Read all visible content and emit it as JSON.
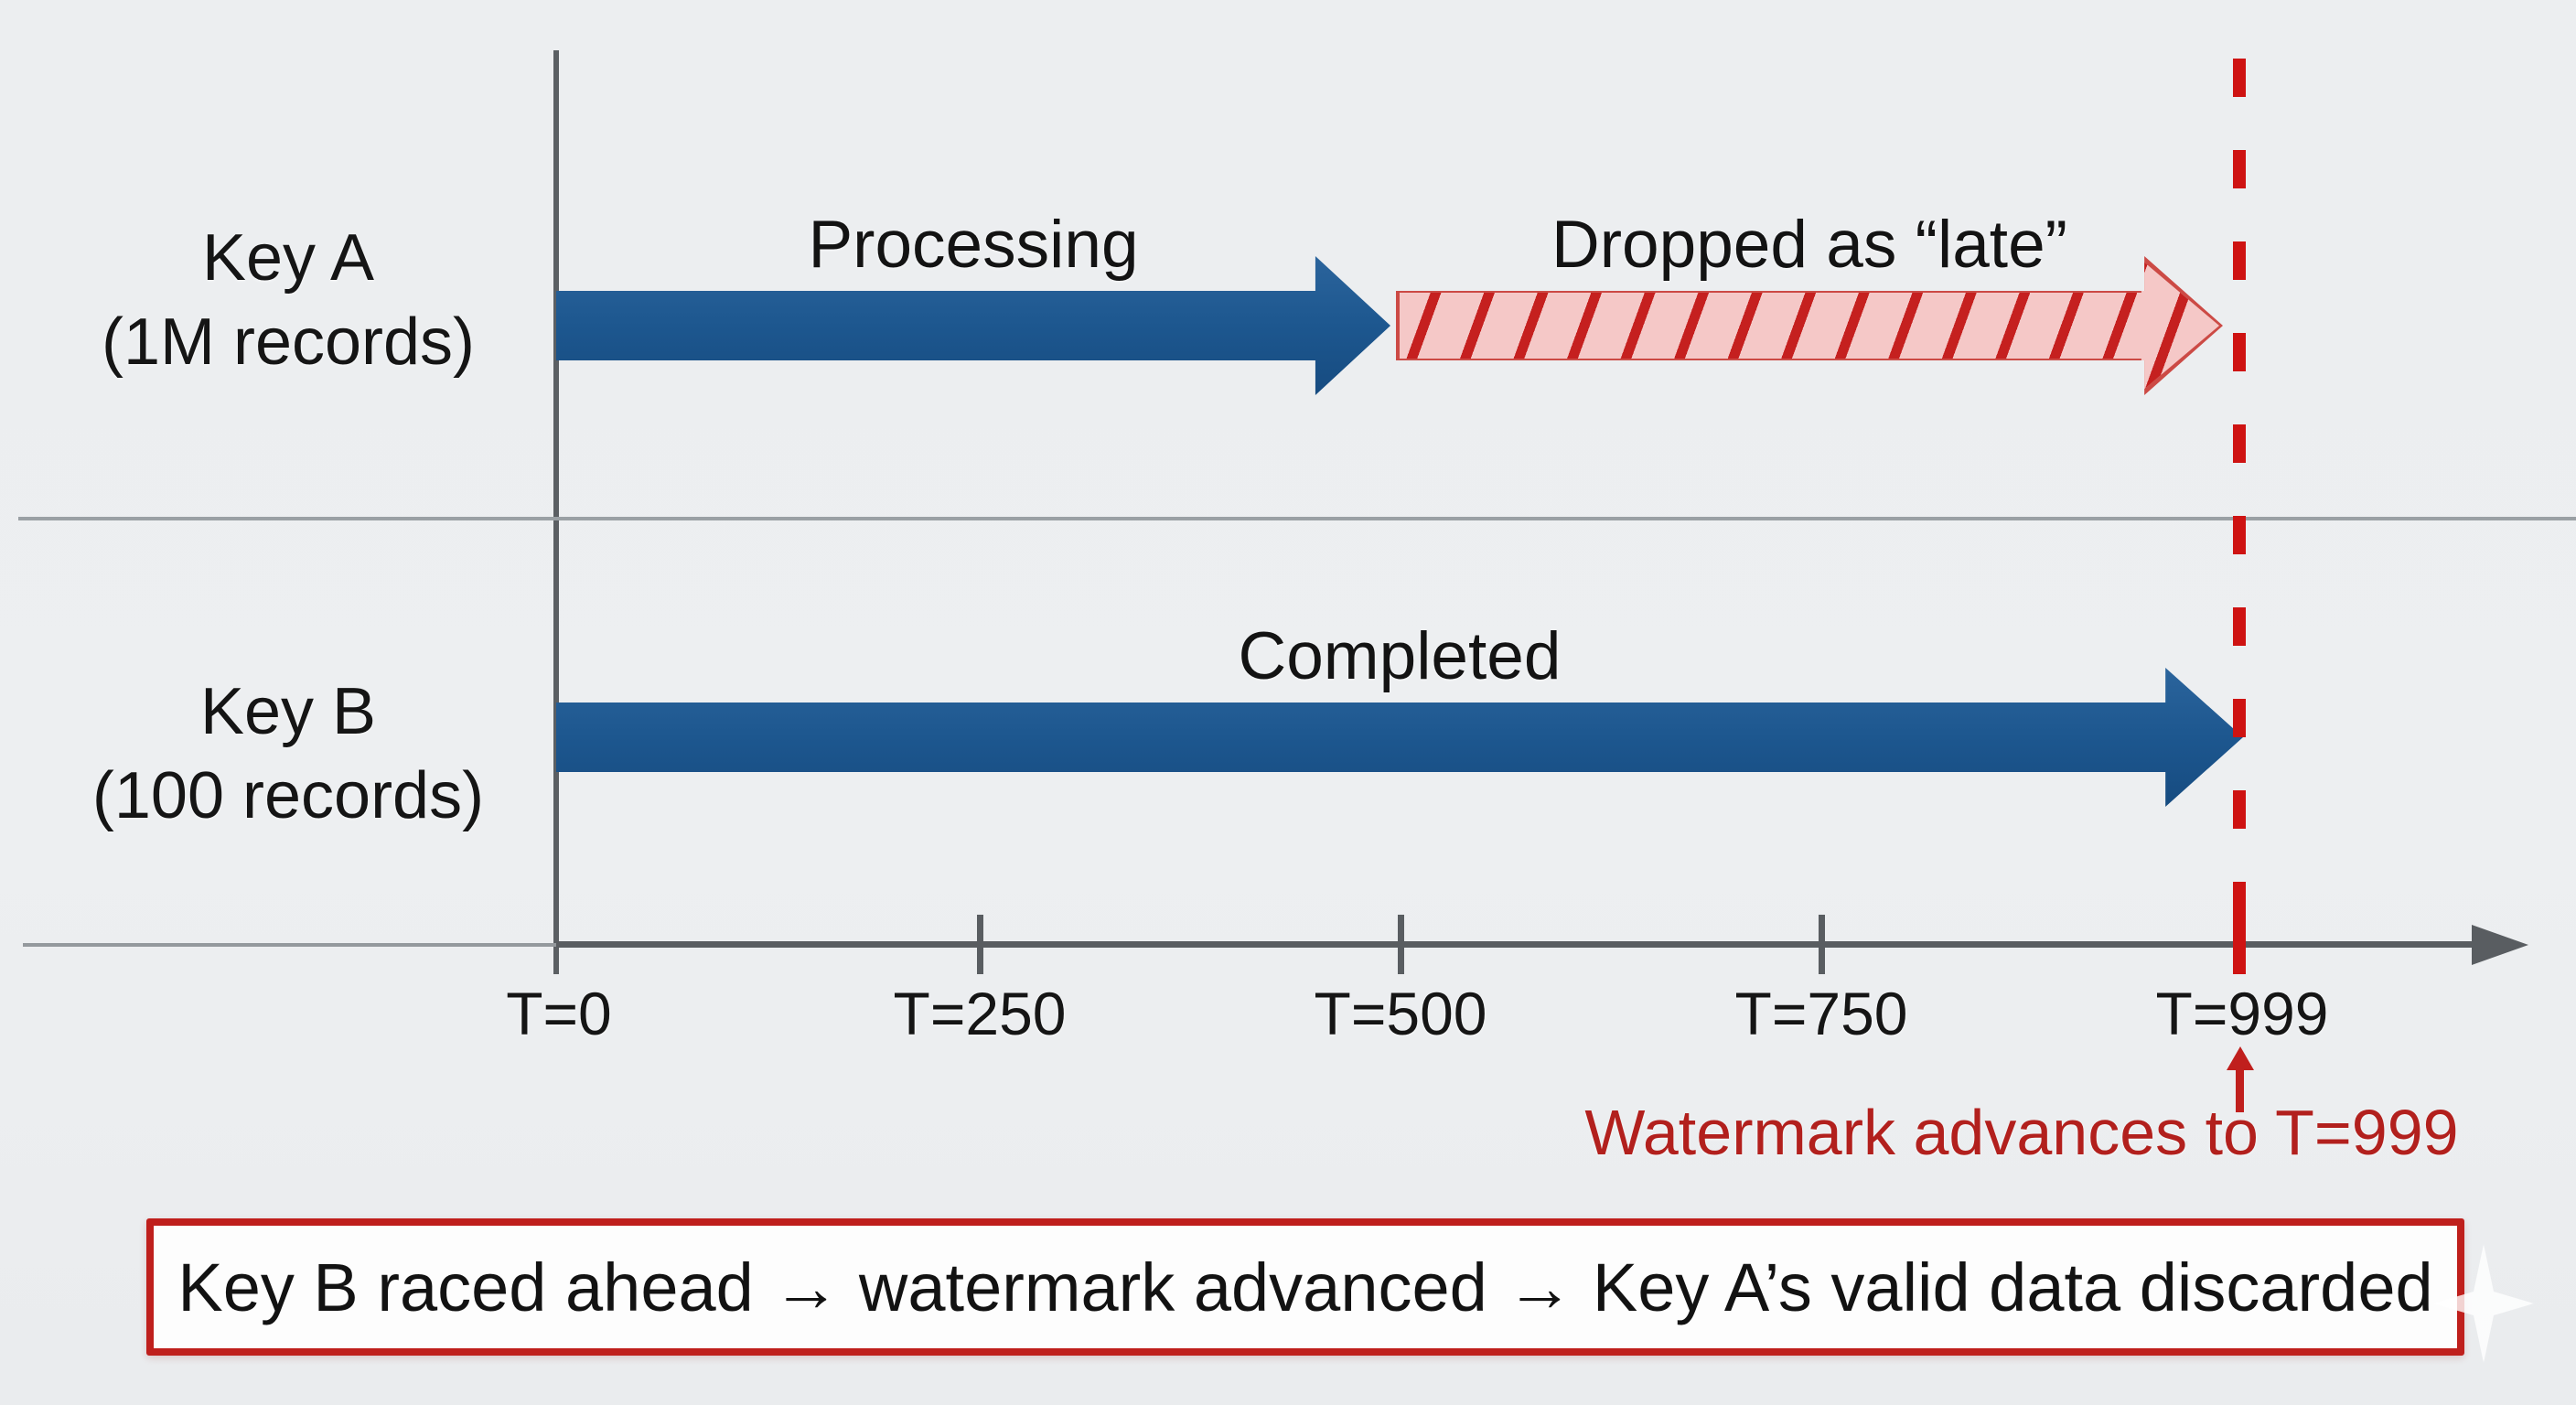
{
  "diagram": {
    "type": "timeline-race-condition",
    "rows": [
      {
        "label": [
          "Key A",
          "(1M records)"
        ],
        "segments": [
          {
            "label": "Processing",
            "style": "solid-blue",
            "from": "T=0",
            "to": "T=500"
          },
          {
            "label": "Dropped as “late”",
            "style": "hatched-red",
            "from": "T=500",
            "to": "T=999"
          }
        ]
      },
      {
        "label": [
          "Key B",
          "(100 records)"
        ],
        "segments": [
          {
            "label": "Completed",
            "style": "solid-blue",
            "from": "T=0",
            "to": "T=999"
          }
        ]
      }
    ],
    "axis": {
      "ticks": [
        {
          "label": "T=0"
        },
        {
          "label": "T=250"
        },
        {
          "label": "T=500"
        },
        {
          "label": "T=750"
        },
        {
          "label": "T=999",
          "highlighted": true
        }
      ]
    },
    "watermark_annotation": {
      "text": "Watermark advances to T=999",
      "at_tick": "T=999"
    },
    "callout": {
      "text": "Key B raced ahead → watermark advanced → Key A’s valid data discarded"
    },
    "colors": {
      "background": "#edeff1",
      "blue_arrow": "#1d578f",
      "hatch_fill": "#f5c8c7",
      "hatch_stripe": "#c5201f",
      "dashed_line_red": "#ce1312",
      "annotation_red": "#b2201d",
      "callout_border_red": "#bf1f1c",
      "axis_gray": "#595d61",
      "separator_gray": "#9aa0a4"
    }
  }
}
